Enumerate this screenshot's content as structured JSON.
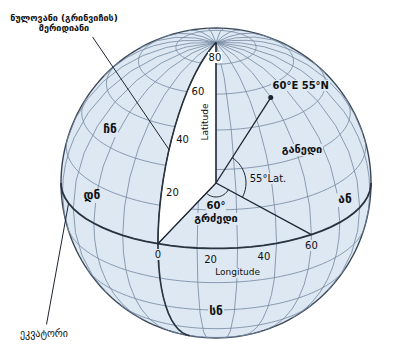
{
  "diagram": {
    "labels": [
      "ნულოვანი (გრინვიჩის) მერიდიანი",
      "80",
      "60",
      "40",
      "20",
      "Latitude",
      "60°E 55°N",
      "55°Lat.",
      "ჩნ",
      "დნ",
      "განედი",
      "ან",
      "60°",
      "გრძედი",
      "0",
      "20",
      "40",
      "60",
      "Longitude",
      "სნ",
      "ეკვატორი"
    ]
  }
}
